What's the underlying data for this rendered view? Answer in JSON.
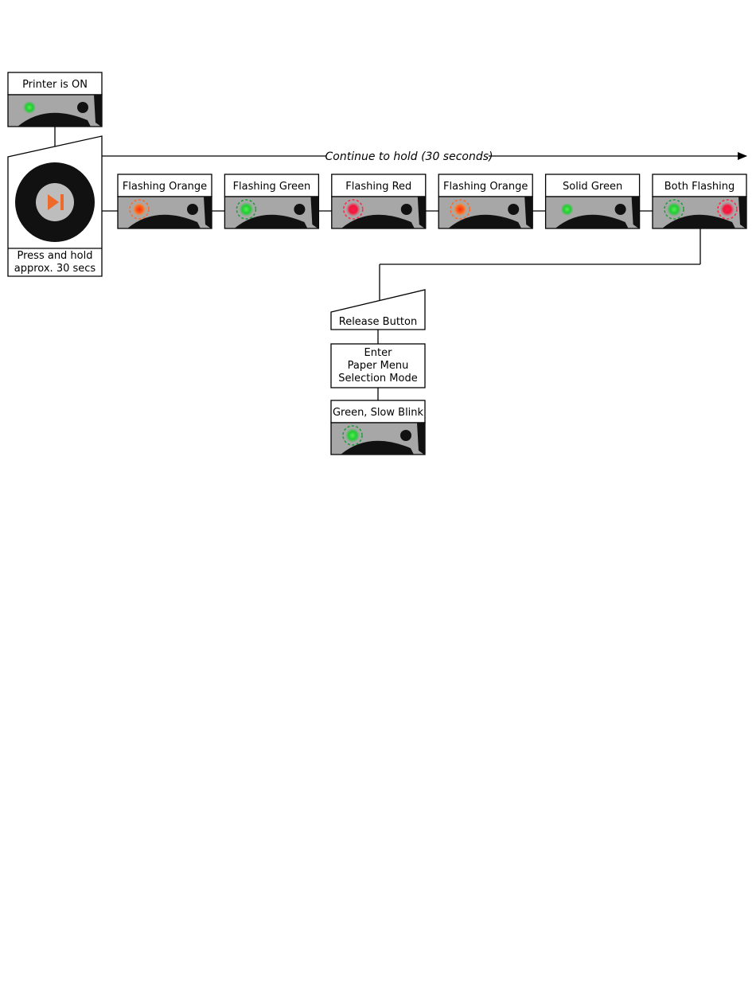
{
  "start": {
    "title": "Printer is ON",
    "led": "solid-green",
    "button_caption_line1": "Press and hold",
    "button_caption_line2": "approx. 30 secs",
    "button_icon": "play-pause-icon"
  },
  "hold_label": "Continue to hold (30 seconds)",
  "sequence": [
    {
      "label": "Flashing Orange",
      "left_led": "flashing-orange",
      "right_led": null
    },
    {
      "label": "Flashing Green",
      "left_led": "flashing-green",
      "right_led": null
    },
    {
      "label": "Flashing Red",
      "left_led": "flashing-red",
      "right_led": null
    },
    {
      "label": "Flashing Orange",
      "left_led": "flashing-orange",
      "right_led": null
    },
    {
      "label": "Solid Green",
      "left_led": "solid-green",
      "right_led": null
    },
    {
      "label": "Both Flashing",
      "left_led": "flashing-green",
      "right_led": "flashing-red"
    }
  ],
  "release": {
    "label": "Release Button"
  },
  "enter_mode": {
    "line1": "Enter",
    "line2": "Paper Menu",
    "line3": "Selection Mode"
  },
  "final": {
    "label": "Green, Slow Blink",
    "led": "flashing-green"
  },
  "colors": {
    "panel_grey": "#a7a7a7",
    "green": "#22cc33",
    "orange": "#ff5a1f",
    "red": "#ff1a3c",
    "button_orange": "#ee6a2a",
    "button_face": "#bdbdbd"
  }
}
